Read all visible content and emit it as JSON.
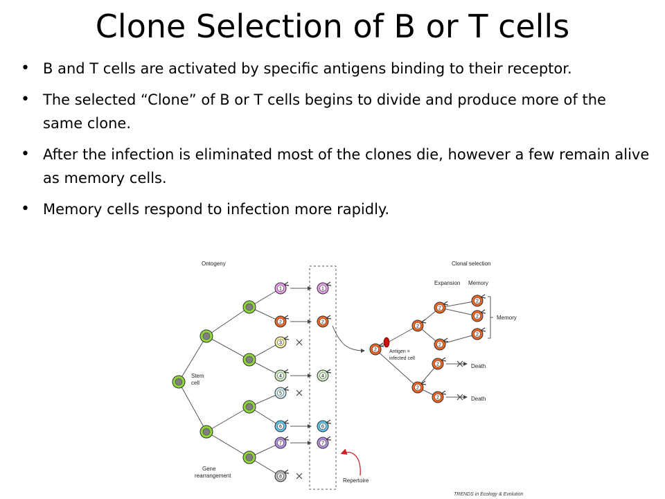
{
  "slide": {
    "title": "Clone Selection of B or T cells",
    "bullets": [
      "B and T cells are activated by specific antigens binding to their receptor.",
      "The selected “Clone” of B or T cells begins to divide and produce more of the same clone.",
      "After the infection is eliminated most of the clones die, however a few remain alive as memory cells.",
      "Memory cells respond to infection more rapidly."
    ]
  },
  "diagram": {
    "labels": {
      "ontogeny": "Ontogeny",
      "clonal_selection": "Clonal selection",
      "expansion": "Expansion",
      "memory_header": "Memory",
      "memory_side": "Memory",
      "stem_cell_line1": "Stem",
      "stem_cell_line2": "cell",
      "gene_line1": "Gene",
      "gene_line2": "rearrangement",
      "antigen_line1": "Antigen =",
      "antigen_line2": "infected cell",
      "death_1": "Death",
      "death_2": "Death",
      "repertoire": "Repertoire",
      "source": "TRENDS in Ecology & Evolution"
    },
    "clones": [
      "1",
      "2",
      "3",
      "4",
      "5",
      "6",
      "7",
      "8"
    ],
    "colors": {
      "stem_outer": "#8fd43a",
      "stem_inner": "#808080",
      "clone_1": "#e89ae6",
      "clone_2": "#f06420",
      "clone_3": "#f2ee9c",
      "clone_4": "#cfeec0",
      "clone_5": "#cde9f0",
      "clone_6": "#5fc4e6",
      "clone_7": "#b48ae0",
      "clone_8": "#b8b8b8",
      "antigen": "#cc1010",
      "arrow_red": "#cc2020"
    }
  }
}
